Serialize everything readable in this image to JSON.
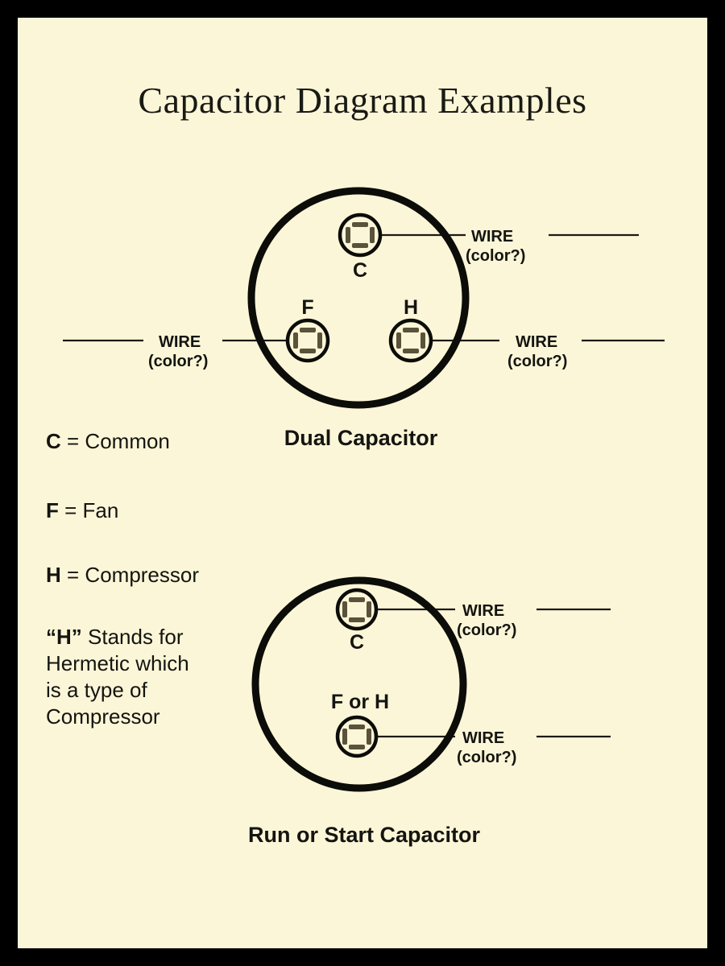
{
  "page": {
    "title": "Capacitor Diagram Examples",
    "background_color": "#fcf6d8",
    "border_color": "#000000",
    "ink_color": "#141410"
  },
  "diagram_dual": {
    "caption": "Dual Capacitor",
    "terminals": [
      {
        "id": "C",
        "label": "C",
        "label_position": "below"
      },
      {
        "id": "F",
        "label": "F",
        "label_position": "above"
      },
      {
        "id": "H",
        "label": "H",
        "label_position": "above"
      }
    ],
    "wires": [
      {
        "terminal": "C",
        "side": "right",
        "line1": "WIRE",
        "line2": "(color?)"
      },
      {
        "terminal": "F",
        "side": "left",
        "line1": "WIRE",
        "line2": "(color?)"
      },
      {
        "terminal": "H",
        "side": "right",
        "line1": "WIRE",
        "line2": "(color?)"
      }
    ]
  },
  "diagram_single": {
    "caption": "Run or Start Capacitor",
    "terminals": [
      {
        "id": "C",
        "label": "C",
        "label_position": "below"
      },
      {
        "id": "FH",
        "label": "F or H",
        "label_position": "above"
      }
    ],
    "wires": [
      {
        "terminal": "C",
        "side": "right",
        "line1": "WIRE",
        "line2": "(color?)"
      },
      {
        "terminal": "FH",
        "side": "right",
        "line1": "WIRE",
        "line2": "(color?)"
      }
    ]
  },
  "legend": {
    "items": [
      {
        "key": "C",
        "separator": " = ",
        "value": "Common"
      },
      {
        "key": "F",
        "separator": " = ",
        "value": "Fan"
      },
      {
        "key": "H",
        "separator": " = ",
        "value": "Compressor"
      }
    ],
    "note": {
      "quoted_key": "“H”",
      "lines": [
        " Stands for",
        "Hermetic which",
        "is a type of",
        "Compressor"
      ]
    }
  }
}
